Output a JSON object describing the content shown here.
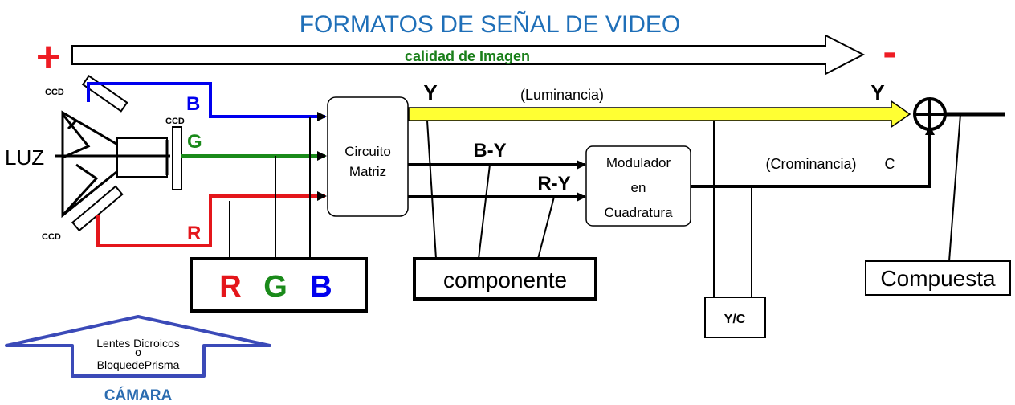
{
  "title": "FORMATOS DE SEÑAL DE VIDEO",
  "quality": {
    "plus": "+",
    "minus": "-",
    "label": "calidad de Imagen"
  },
  "camera": {
    "light_label": "LUZ",
    "ccd_top": "CCD",
    "ccd_mid": "CCD",
    "ccd_bottom": "CCD",
    "label_b": "B",
    "label_g": "G",
    "label_r": "R",
    "prism_line1": "Lentes Dicroicos",
    "prism_line2": "o",
    "prism_line3": "BloquedePrisma",
    "camera_label": "CÁMARA"
  },
  "matrix": {
    "line1": "Circuito",
    "line2": "Matriz"
  },
  "modulator": {
    "line1": "Modulador",
    "line2": "en",
    "line3": "Cuadratura"
  },
  "signals": {
    "y_left": "Y",
    "y_right": "Y",
    "luminance": "(Luminancia)",
    "b_minus_y": "B-Y",
    "r_minus_y": "R-Y",
    "chrominance": "(Crominancia)",
    "c": "C"
  },
  "outputs": {
    "rgb_r": "R",
    "rgb_g": "G",
    "rgb_b": "B",
    "component": "componente",
    "yc": "Y/C",
    "composite": "Compuesta"
  },
  "colors": {
    "title": "#1f6fb8",
    "plus_minus": "#ee1c24",
    "quality_text": "#1a7f1a",
    "blue": "#0000ee",
    "green": "#1a8a1a",
    "red": "#e4161b",
    "yellow": "#ffff33",
    "prism_arrow": "#3b4ab8",
    "camera_text": "#2b6cb0"
  }
}
